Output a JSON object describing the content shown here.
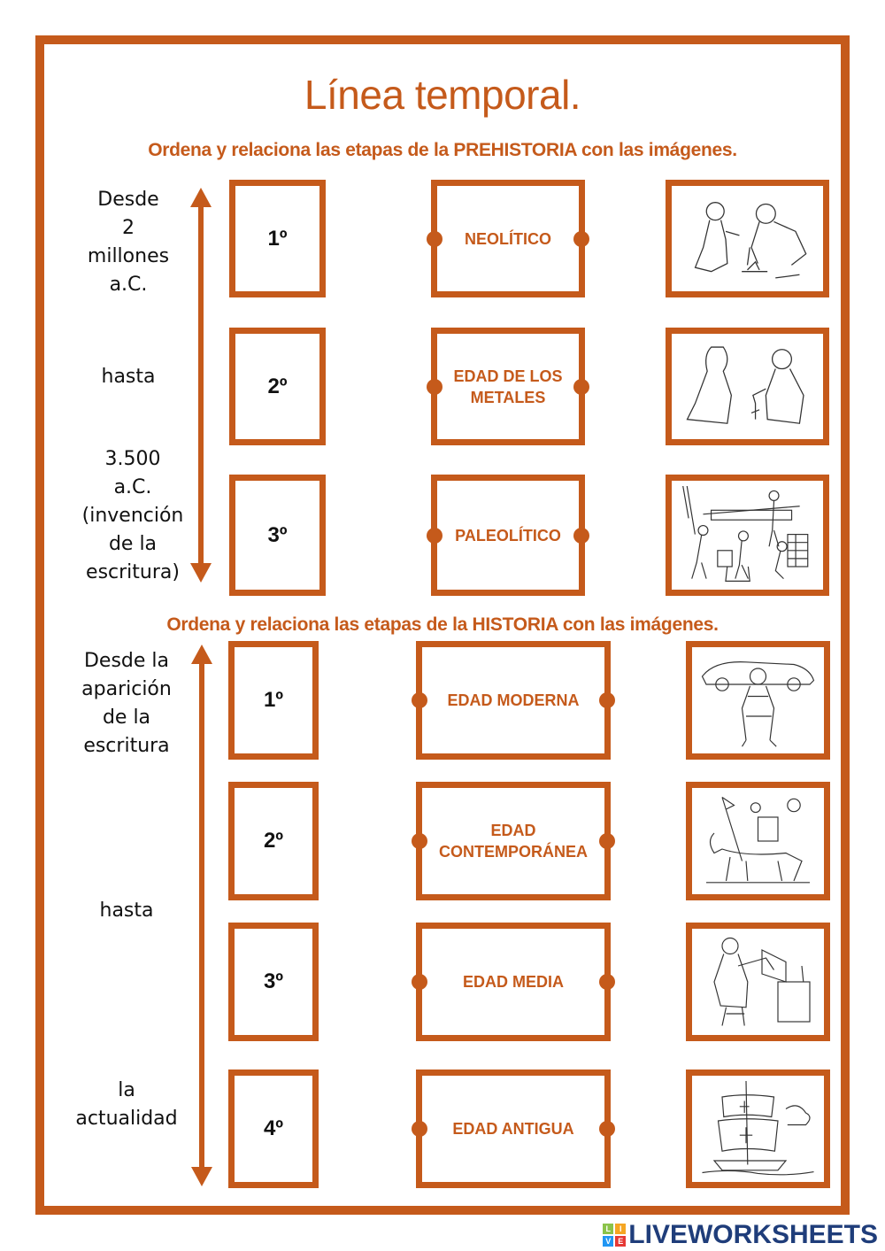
{
  "title": "Línea temporal.",
  "prehistoria": {
    "instruction": "Ordena y relaciona las etapas de la PREHISTORIA con las imágenes.",
    "side_text": {
      "start": "Desde\n2\nmillones\na.C.",
      "middle": "hasta",
      "end": "3.500\na.C.\n(invención\nde la\nescritura)"
    },
    "numbers": [
      "1º",
      "2º",
      "3º"
    ],
    "labels": [
      "NEOLÍTICO",
      "EDAD DE LOS METALES",
      "PALEOLÍTICO"
    ],
    "images": [
      "cavemen-making-fire",
      "cavemen-planting-seeds",
      "bronze-age-village-workers"
    ]
  },
  "historia": {
    "instruction": "Ordena y relaciona las etapas de la HISTORIA con las imágenes.",
    "side_text": {
      "start": "Desde la\naparición\nde la\nescritura",
      "middle": "hasta",
      "end": "la\nactualidad"
    },
    "numbers": [
      "1º",
      "2º",
      "3º",
      "4º"
    ],
    "labels": [
      "EDAD MODERNA",
      "EDAD CONTEMPORÁNEA",
      "EDAD MEDIA",
      "EDAD ANTIGUA"
    ],
    "images": [
      "mechanic-with-car",
      "medieval-knight-on-horse",
      "scribe-writing-at-desk",
      "caravel-sailing-ship"
    ]
  },
  "footer": {
    "logo_tiles": [
      "L",
      "I",
      "V",
      "E"
    ],
    "logo_text": "LIVEWORKSHEETS"
  },
  "colors": {
    "accent": "#C55A1B",
    "text": "#111111",
    "logo": "#1f3d7a"
  }
}
